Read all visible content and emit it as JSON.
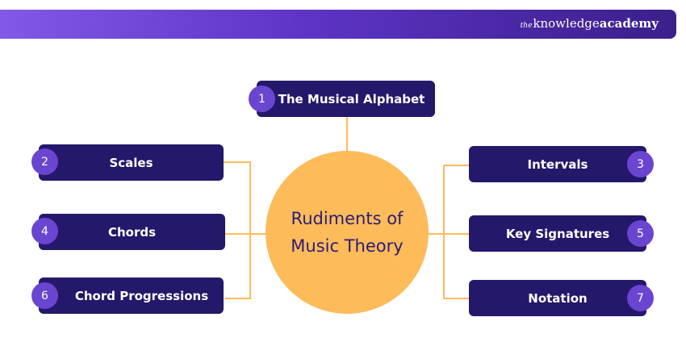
{
  "brand": {
    "prefix": "the",
    "light": "knowledge",
    "bold": "academy"
  },
  "center": {
    "title": "Rudiments of Music Theory"
  },
  "topics": [
    {
      "number": "1",
      "label": "The Musical Alphabet"
    },
    {
      "number": "2",
      "label": "Scales"
    },
    {
      "number": "3",
      "label": "Intervals"
    },
    {
      "number": "4",
      "label": "Chords"
    },
    {
      "number": "5",
      "label": "Key Signatures"
    },
    {
      "number": "6",
      "label": "Chord Progressions"
    },
    {
      "number": "7",
      "label": "Notation"
    }
  ],
  "colors": {
    "box": "#24186a",
    "badge": "#6a45d0",
    "circle": "#fdbb5a",
    "connector": "#fdbb5a",
    "banner_start": "#8258e8",
    "banner_end": "#3b1f8a"
  }
}
